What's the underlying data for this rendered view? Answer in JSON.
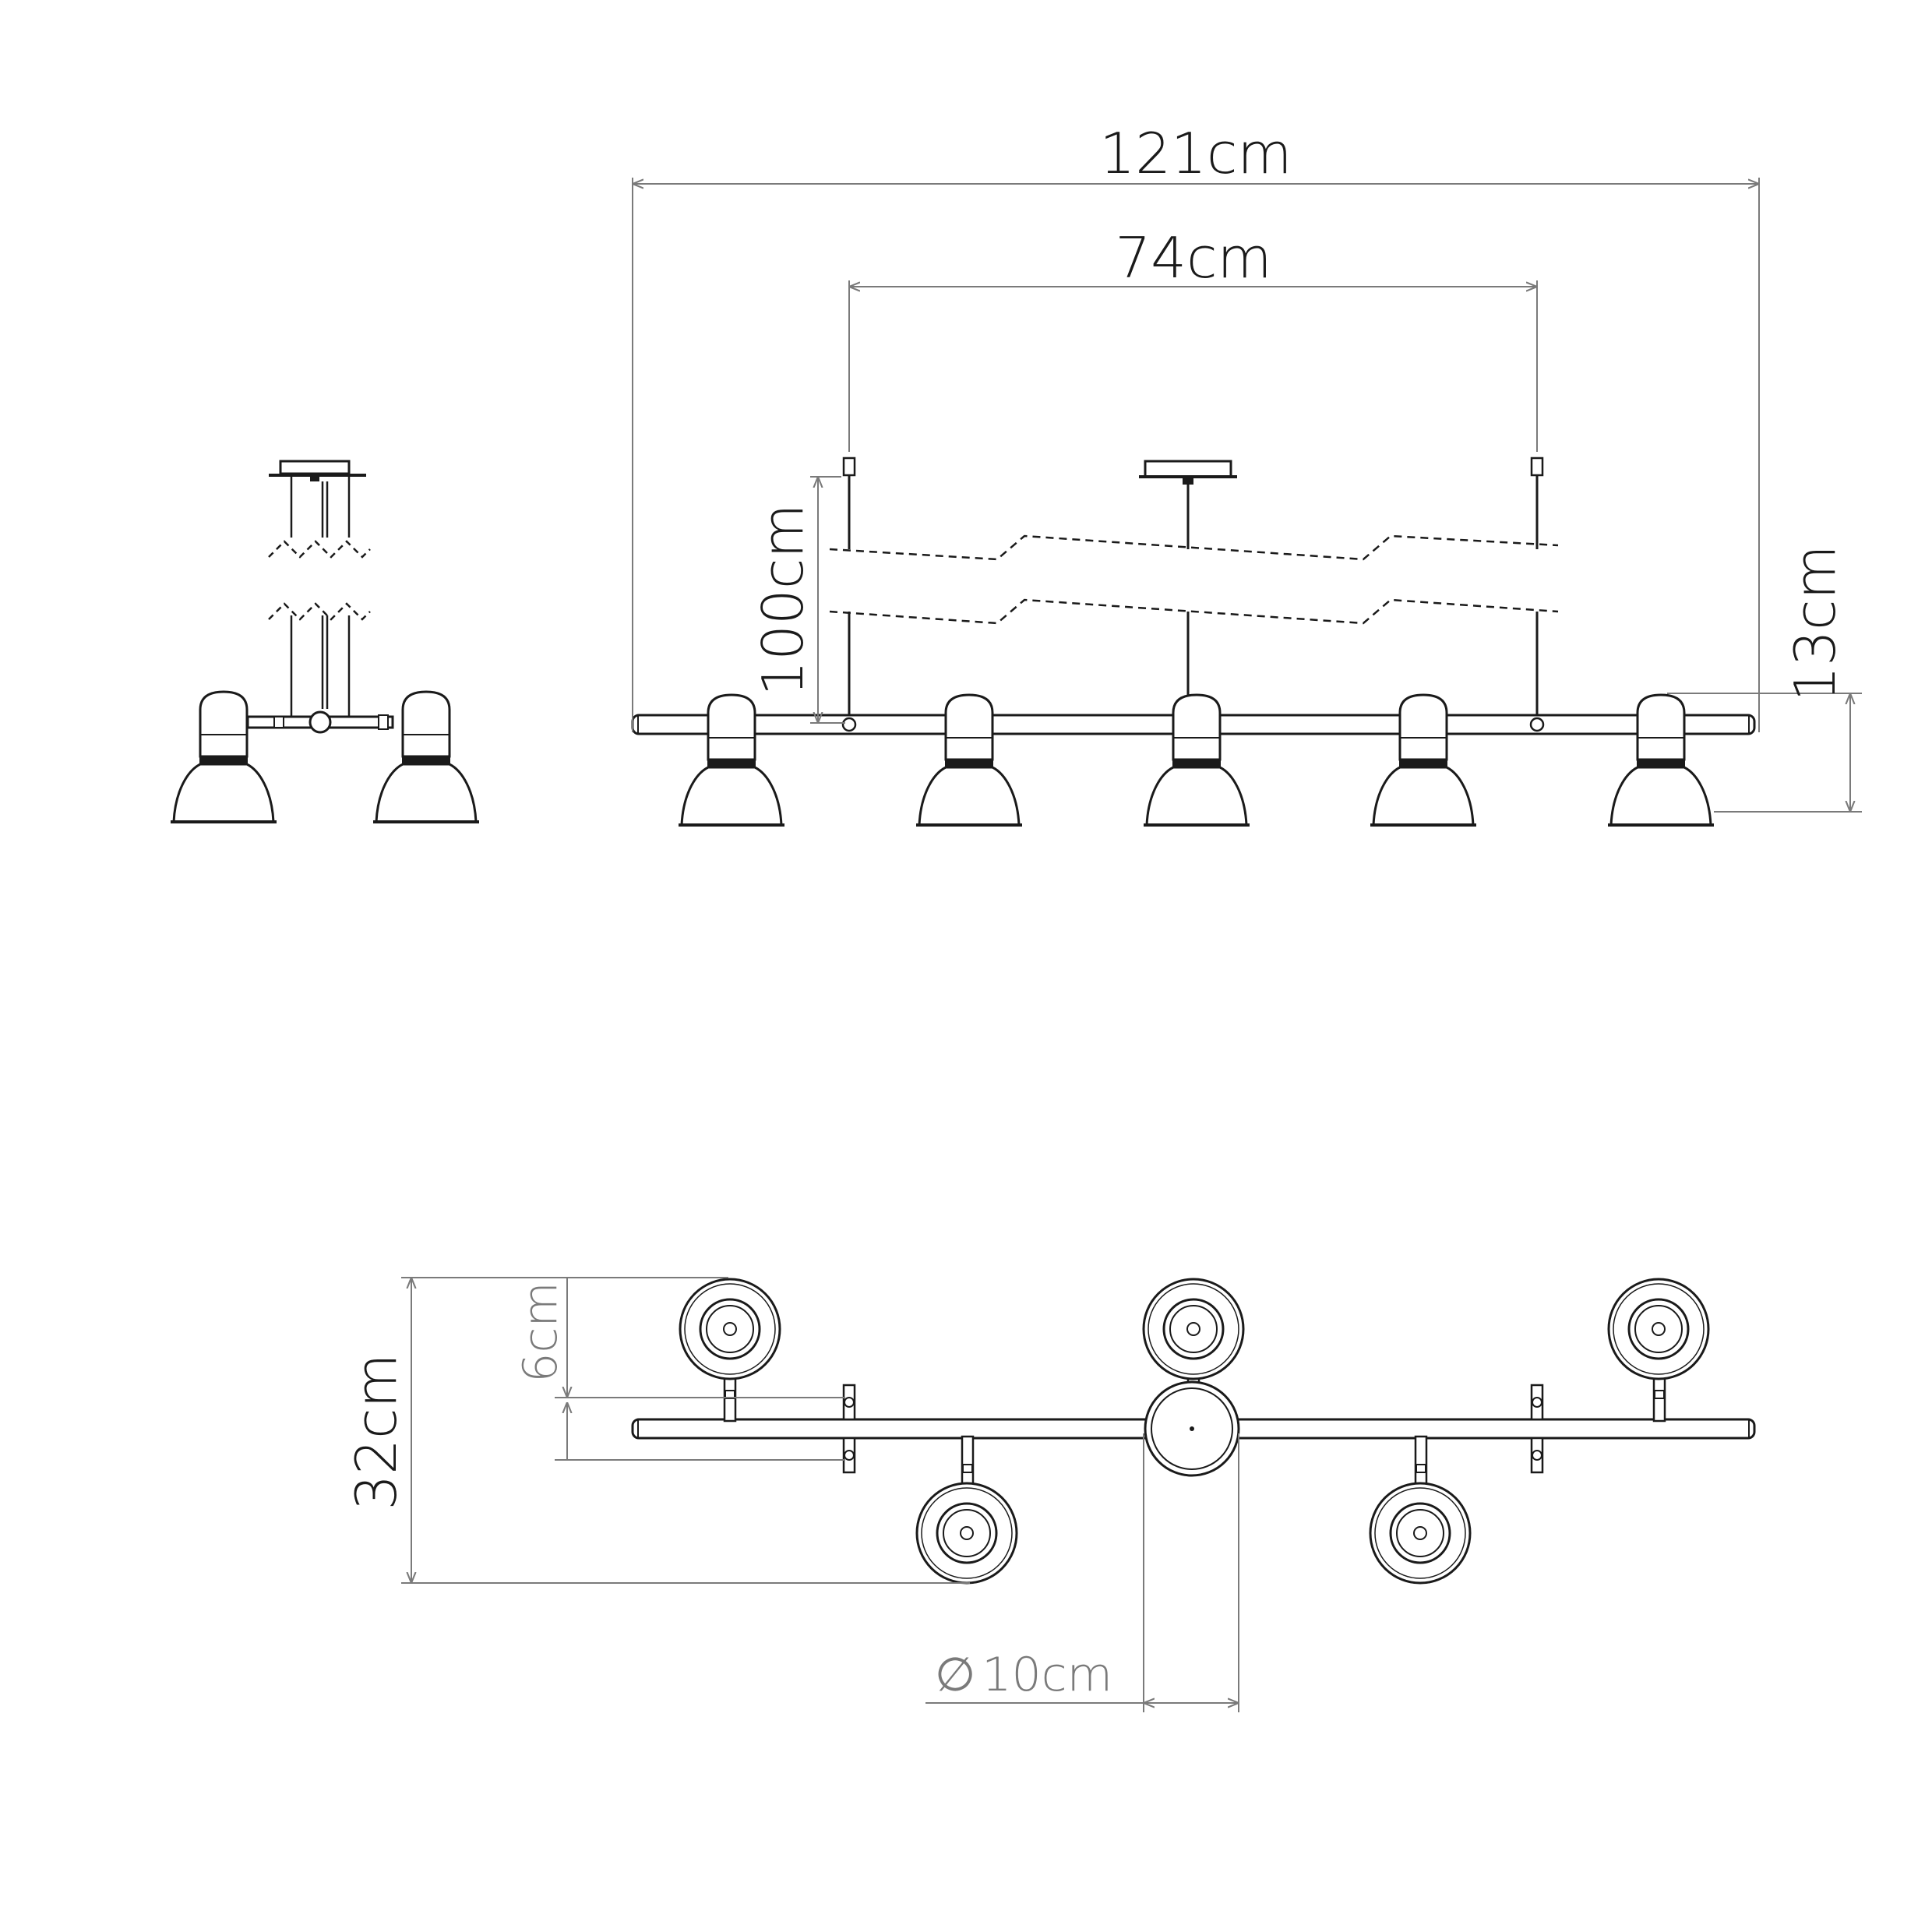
{
  "colors": {
    "line": "#1a1a1a",
    "dimension": "#7a7a7a",
    "background": "#ffffff"
  },
  "dimensions": {
    "overall_width": "121cm",
    "rod_spacing": "74cm",
    "drop_height": "100cm",
    "shade_height": "13cm",
    "depth": "32cm",
    "offset": "6cm",
    "canopy_diameter": "10cm"
  },
  "symbols": {
    "diameter": "∅"
  }
}
